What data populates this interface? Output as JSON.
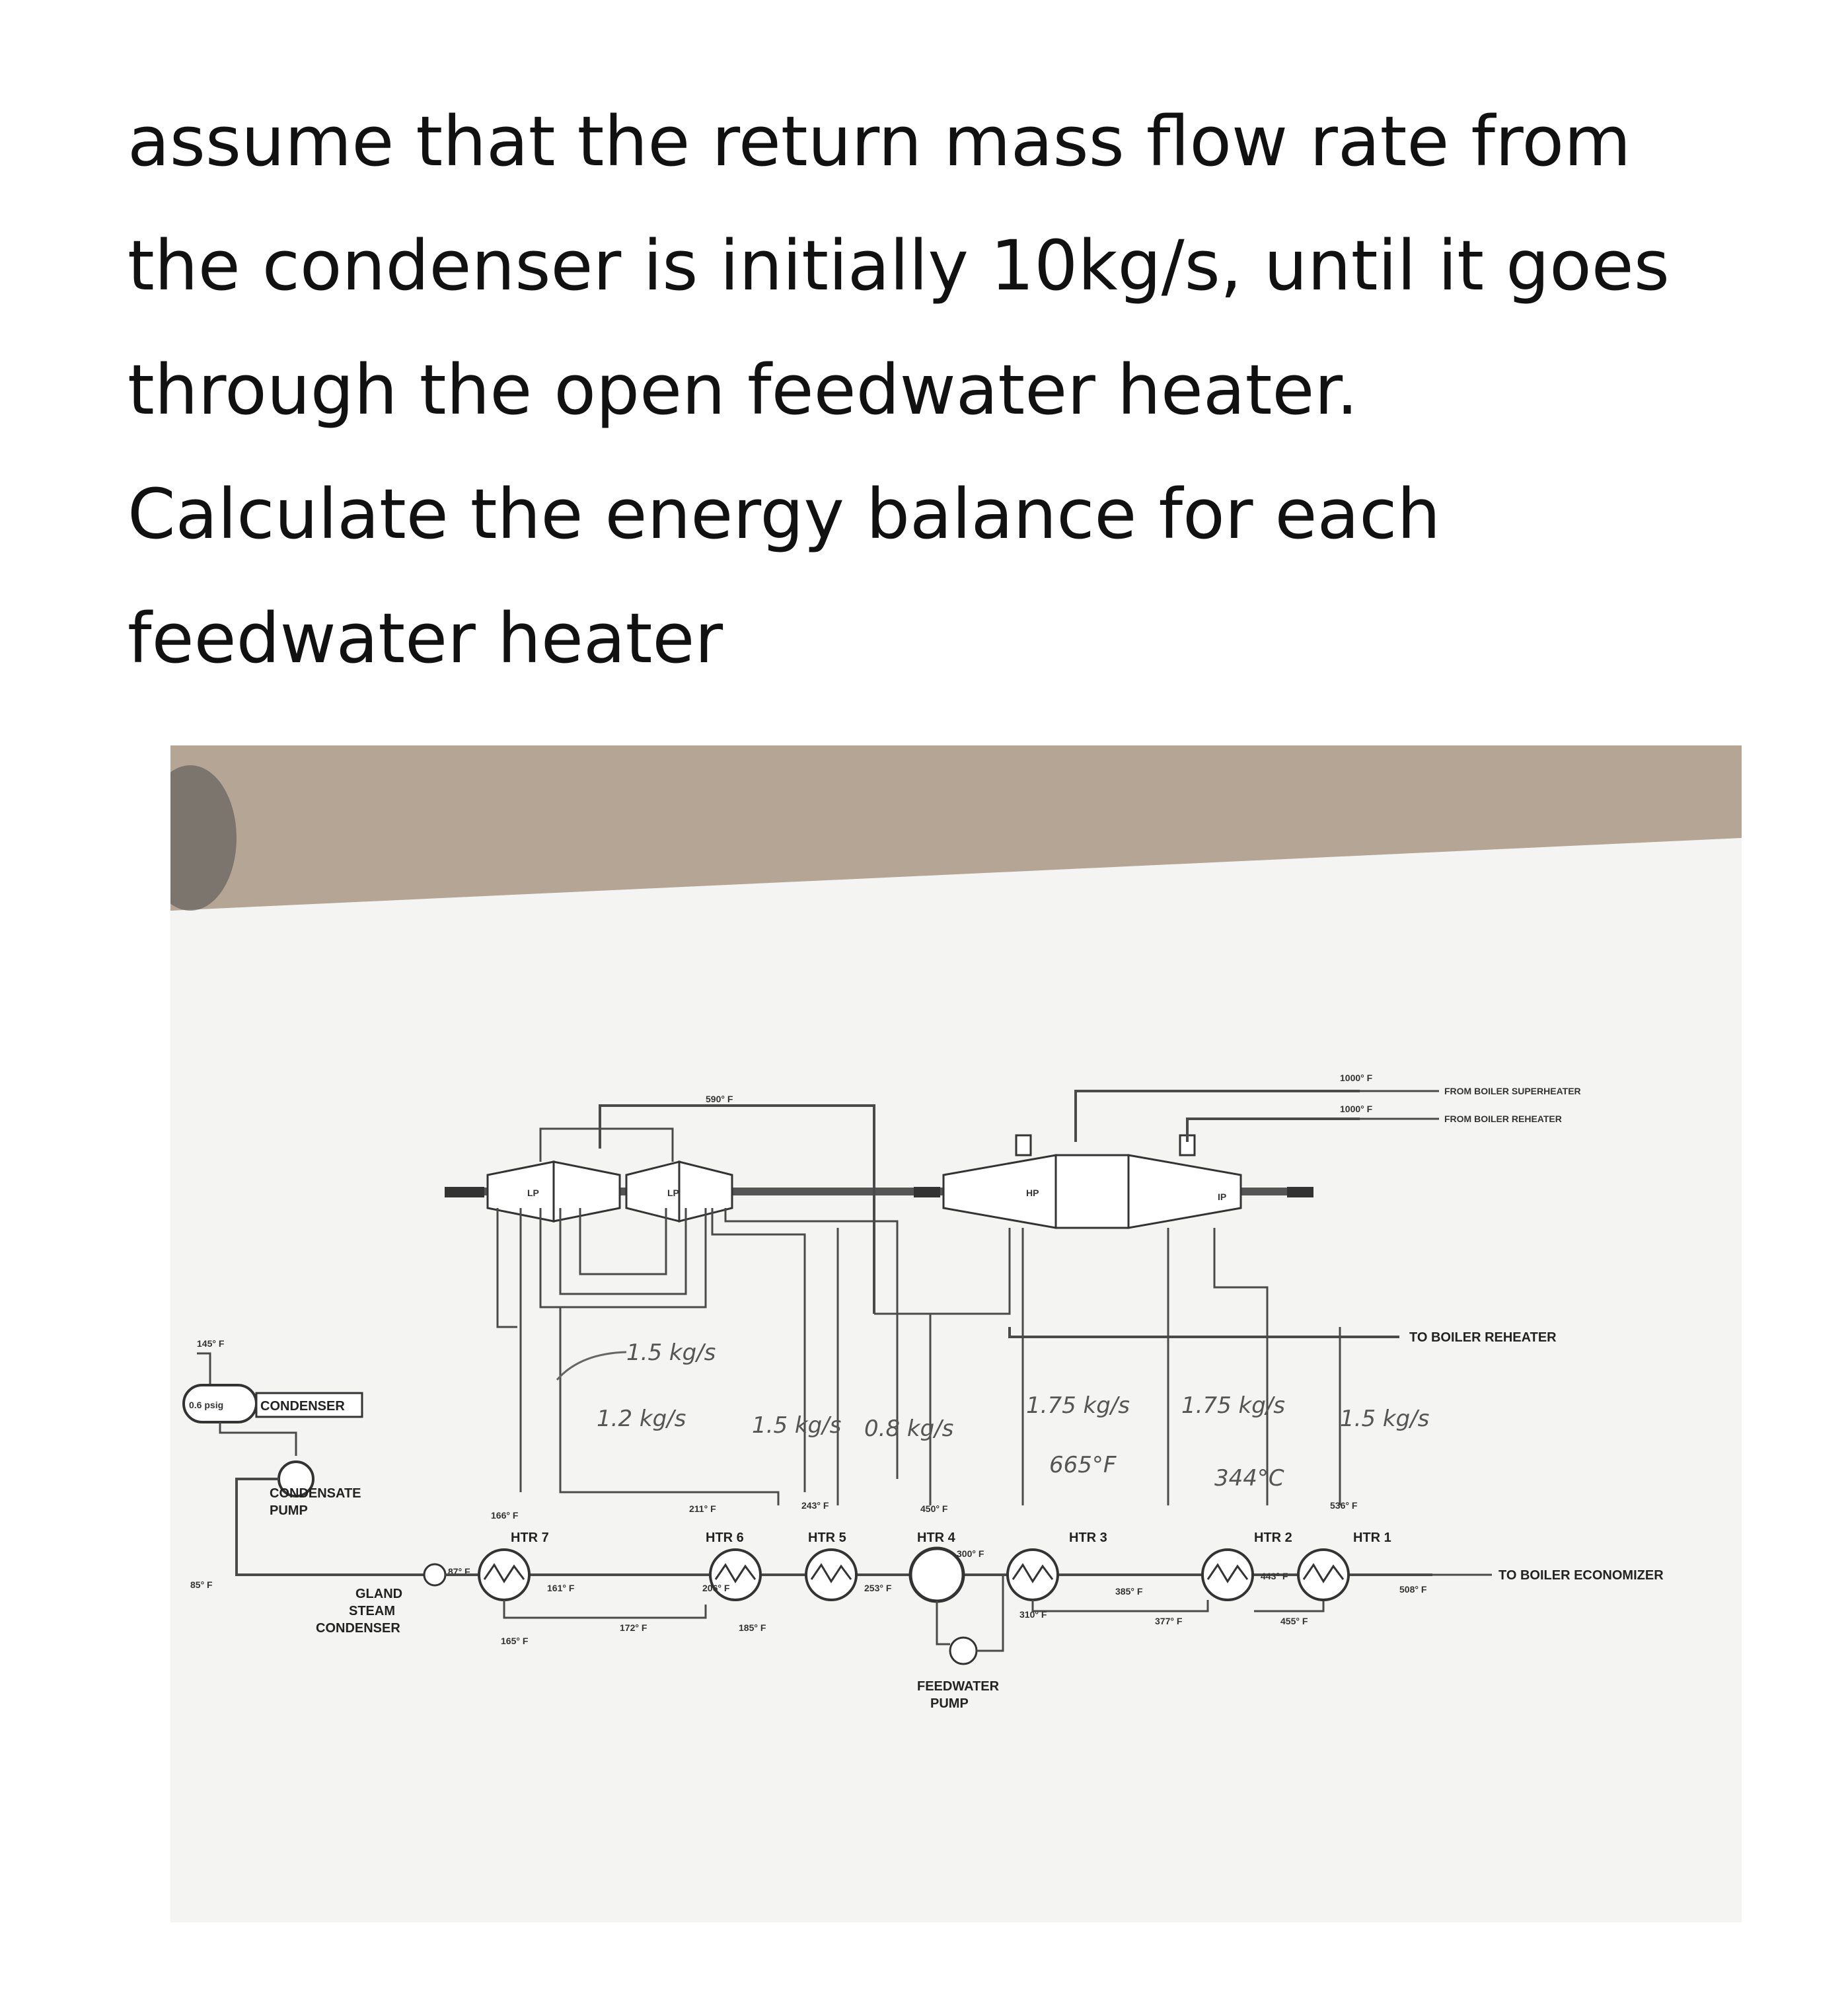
{
  "question": {
    "lines": [
      "assume that the return mass flow rate from",
      "the condenser is initially 10kg/s,  until it goes",
      "through the open feedwater heater.",
      "Calculate the energy balance for each",
      "feedwater heater"
    ]
  },
  "diagram": {
    "turbines": {
      "lp1": "LP",
      "lp2": "LP",
      "hp": "HP",
      "ip": "IP"
    },
    "components": {
      "condenser": "CONDENSER",
      "condenser_pressure": "0.6 psig",
      "condensate_pump_line1": "CONDENSATE",
      "condensate_pump_line2": "PUMP",
      "gland_line1": "GLAND",
      "gland_line2": "STEAM",
      "gland_line3": "CONDENSER",
      "feedwater_pump_line1": "FEEDWATER",
      "feedwater_pump_line2": "PUMP"
    },
    "heaters": {
      "htr7": "HTR 7",
      "htr6": "HTR 6",
      "htr5": "HTR 5",
      "htr4": "HTR 4",
      "htr3": "HTR 3",
      "htr2": "HTR 2",
      "htr1": "HTR 1"
    },
    "destinations": {
      "from_superheater": "FROM BOILER SUPERHEATER",
      "from_reheater": "FROM BOILER REHEATER",
      "to_reheater": "TO BOILER REHEATER",
      "to_economizer": "TO BOILER ECONOMIZER"
    },
    "temperatures": {
      "t_1000a": "1000° F",
      "t_1000b": "1000° F",
      "t_590": "590° F",
      "t_145": "145° F",
      "t_85": "85° F",
      "t_87": "87° F",
      "t_166": "166° F",
      "t_161": "161° F",
      "t_165": "165° F",
      "t_172": "172° F",
      "t_211": "211° F",
      "t_206": "206° F",
      "t_243": "243° F",
      "t_185": "185° F",
      "t_253": "253° F",
      "t_450": "450° F",
      "t_300": "300° F",
      "t_310": "310° F",
      "t_385": "385° F",
      "t_377": "377° F",
      "t_443": "443° F",
      "t_455": "455° F",
      "t_536": "536° F",
      "t_508": "508° F"
    },
    "handwritten": {
      "m_15_lp": "1.5 kg/s",
      "m_12": "1.2 kg/s",
      "m_15_htr6": "1.5 kg/s",
      "m_08": "0.8 kg/s",
      "m_175a": "1.75 kg/s",
      "m_175b": "1.75 kg/s",
      "m_15_htr1": "1.5 kg/s",
      "t_665": "665°F",
      "t_344": "344°C"
    }
  }
}
